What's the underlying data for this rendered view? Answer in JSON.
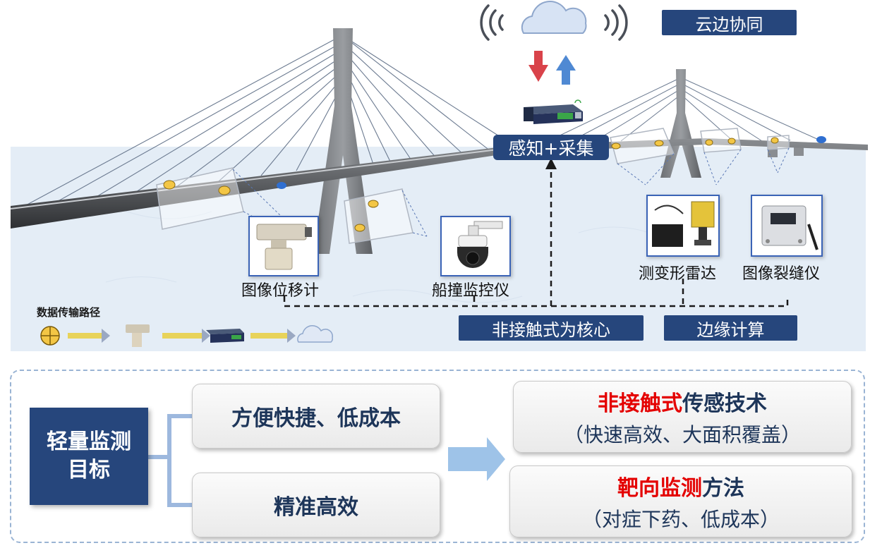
{
  "tags": {
    "cloud_edge": "云边协同",
    "sense_collect": "感知+采集",
    "non_contact_core": "非接触式为核心",
    "edge_computing": "边缘计算"
  },
  "devices": [
    {
      "label": "图像位移计",
      "icon": "displacement-camera-icon"
    },
    {
      "label": "船撞监控仪",
      "icon": "dome-camera-icon"
    },
    {
      "label": "测变形雷达",
      "icon": "deformation-radar-icon"
    },
    {
      "label": "图像裂缝仪",
      "icon": "crack-meter-icon"
    }
  ],
  "legend": {
    "title": "数据传输路径"
  },
  "bottom": {
    "goal": "轻量监测\n目标",
    "req1": "方便快捷、低成本",
    "req2": "精准高效",
    "sol1": {
      "highlight": "非接触式",
      "rest": "传感技术",
      "sub": "（快速高效、大面积覆盖）"
    },
    "sol2": {
      "highlight": "靶向监测",
      "rest": "方法",
      "sub": "（对症下药、低成本）"
    }
  },
  "colors": {
    "tag_bg": "#26467c",
    "highlight": "#e40000",
    "text_dark": "#1d3559",
    "water": "#e4edf6"
  }
}
